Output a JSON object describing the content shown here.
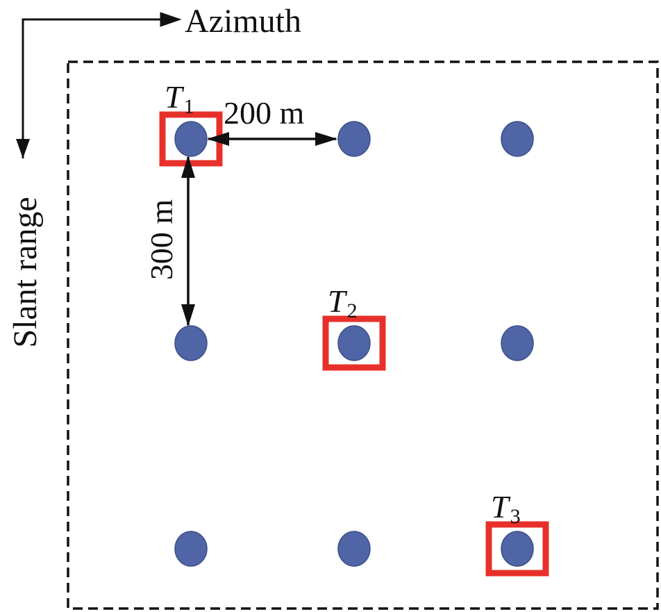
{
  "axes": {
    "azimuth_label": "Azimuth",
    "slant_range_label": "Slant range"
  },
  "spacing": {
    "azimuth_label": "200 m",
    "range_label": "300 m"
  },
  "grid": {
    "rows": 3,
    "cols": 3
  },
  "targets": [
    {
      "name": "T",
      "sub": "1",
      "row": 0,
      "col": 0
    },
    {
      "name": "T",
      "sub": "2",
      "row": 1,
      "col": 1
    },
    {
      "name": "T",
      "sub": "3",
      "row": 2,
      "col": 2
    }
  ],
  "colors": {
    "point": "#4f65a6",
    "point_edge": "#3d4f8a",
    "target_box": "#e8302a",
    "line": "#111111"
  }
}
